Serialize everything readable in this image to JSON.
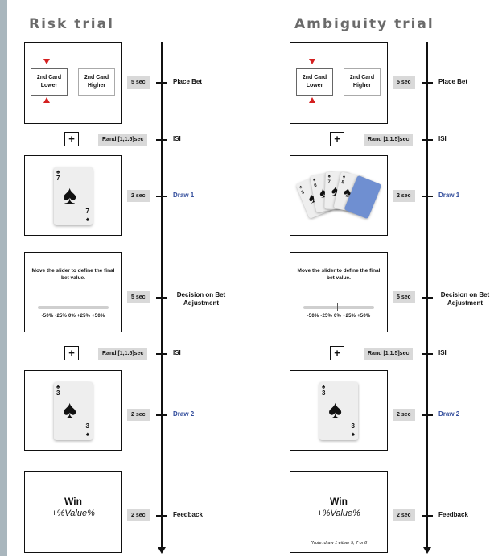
{
  "risk": {
    "title": "Risk trial",
    "bet": {
      "option_lower_line1": "2nd Card",
      "option_lower_line2": "Lower",
      "option_higher_line1": "2nd Card",
      "option_higher_line2": "Higher"
    },
    "fixation": "+",
    "draw1_card": {
      "rank": "7",
      "suit": "♠"
    },
    "slider": {
      "instruction": "Move the slider to define the final bet value.",
      "ticks": "-50%  -25%  0%  +25%  +50%"
    },
    "draw2_card": {
      "rank": "3",
      "suit": "♠"
    },
    "feedback": {
      "win": "Win",
      "value": "+%Value%"
    },
    "timeline": [
      {
        "duration": "5 sec",
        "label": "Place Bet"
      },
      {
        "duration": "Rand [1,1.5]sec",
        "label": "ISI"
      },
      {
        "duration": "2 sec",
        "label": "Draw 1"
      },
      {
        "duration": "5 sec",
        "label": "Decision on Bet Adjustment"
      },
      {
        "duration": "Rand [1,1.5]sec",
        "label": "ISI"
      },
      {
        "duration": "2 sec",
        "label": "Draw 2"
      },
      {
        "duration": "2 sec",
        "label": "Feedback"
      }
    ]
  },
  "ambiguity": {
    "title": "Ambiguity trial",
    "bet": {
      "option_lower_line1": "2nd Card",
      "option_lower_line2": "Lower",
      "option_higher_line1": "2nd Card",
      "option_higher_line2": "Higher"
    },
    "fixation": "+",
    "draw1_fan_ranks": [
      "5",
      "6",
      "7",
      "8"
    ],
    "slider": {
      "instruction": "Move the slider to define the final bet value.",
      "ticks": "-50%  -25%  0%  +25%  +50%"
    },
    "draw2_card": {
      "rank": "3",
      "suit": "♠"
    },
    "feedback": {
      "win": "Win",
      "value": "+%Value%",
      "note": "*Note: draw 1 either 5, 7 or 8"
    },
    "timeline": [
      {
        "duration": "5 sec",
        "label": "Place Bet"
      },
      {
        "duration": "Rand [1,1.5]sec",
        "label": "ISI"
      },
      {
        "duration": "2 sec",
        "label": "Draw 1"
      },
      {
        "duration": "5 sec",
        "label": "Decision on Bet Adjustment"
      },
      {
        "duration": "Rand [1,1.5]sec",
        "label": "ISI"
      },
      {
        "duration": "2 sec",
        "label": "Draw 2"
      },
      {
        "duration": "2 sec",
        "label": "Feedback"
      }
    ]
  },
  "colors": {
    "bet_arrow": "#d42020",
    "draw_label": "#2f4a9a",
    "card_back": "#6f8fd1",
    "duration_bg": "#d9d9d9"
  }
}
